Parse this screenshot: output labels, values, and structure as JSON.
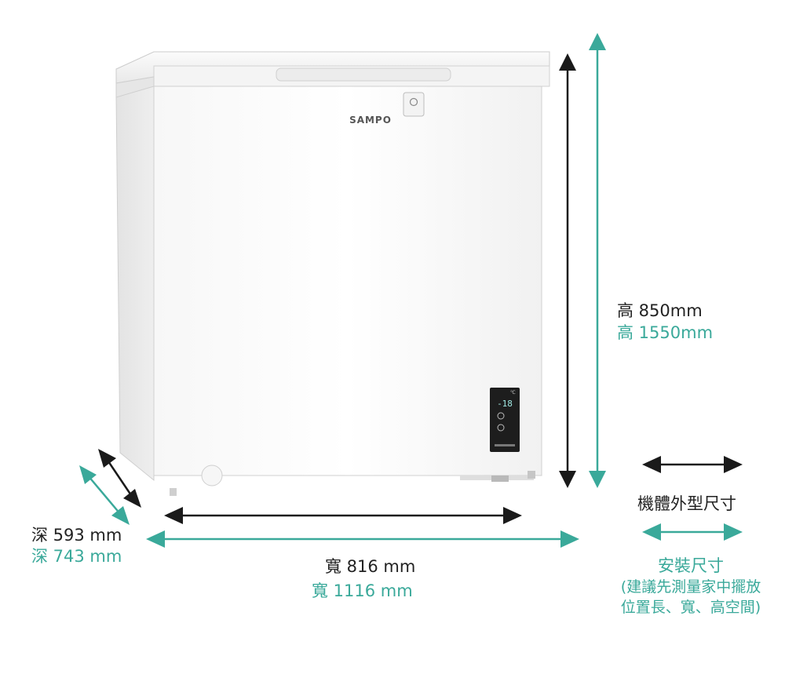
{
  "brand": {
    "logo_text": "SAMPO"
  },
  "panel": {
    "temp_readout": "-18",
    "temp_unit": "℃"
  },
  "colors": {
    "machine_dim": "#1a1a1a",
    "install_dim": "#3aa99a",
    "label_dark": "#222222"
  },
  "dimensions": {
    "height": {
      "machine": "高 850mm",
      "install": "高 1550mm"
    },
    "width": {
      "machine": "寬 816 mm",
      "install": "寬 1116 mm"
    },
    "depth": {
      "machine": "深 593 mm",
      "install": "深 743 mm"
    }
  },
  "legend": {
    "machine_label": "機體外型尺寸",
    "install_label": "安裝尺寸",
    "install_note_line1": "(建議先測量家中擺放",
    "install_note_line2": "位置長、寬、高空間)"
  }
}
